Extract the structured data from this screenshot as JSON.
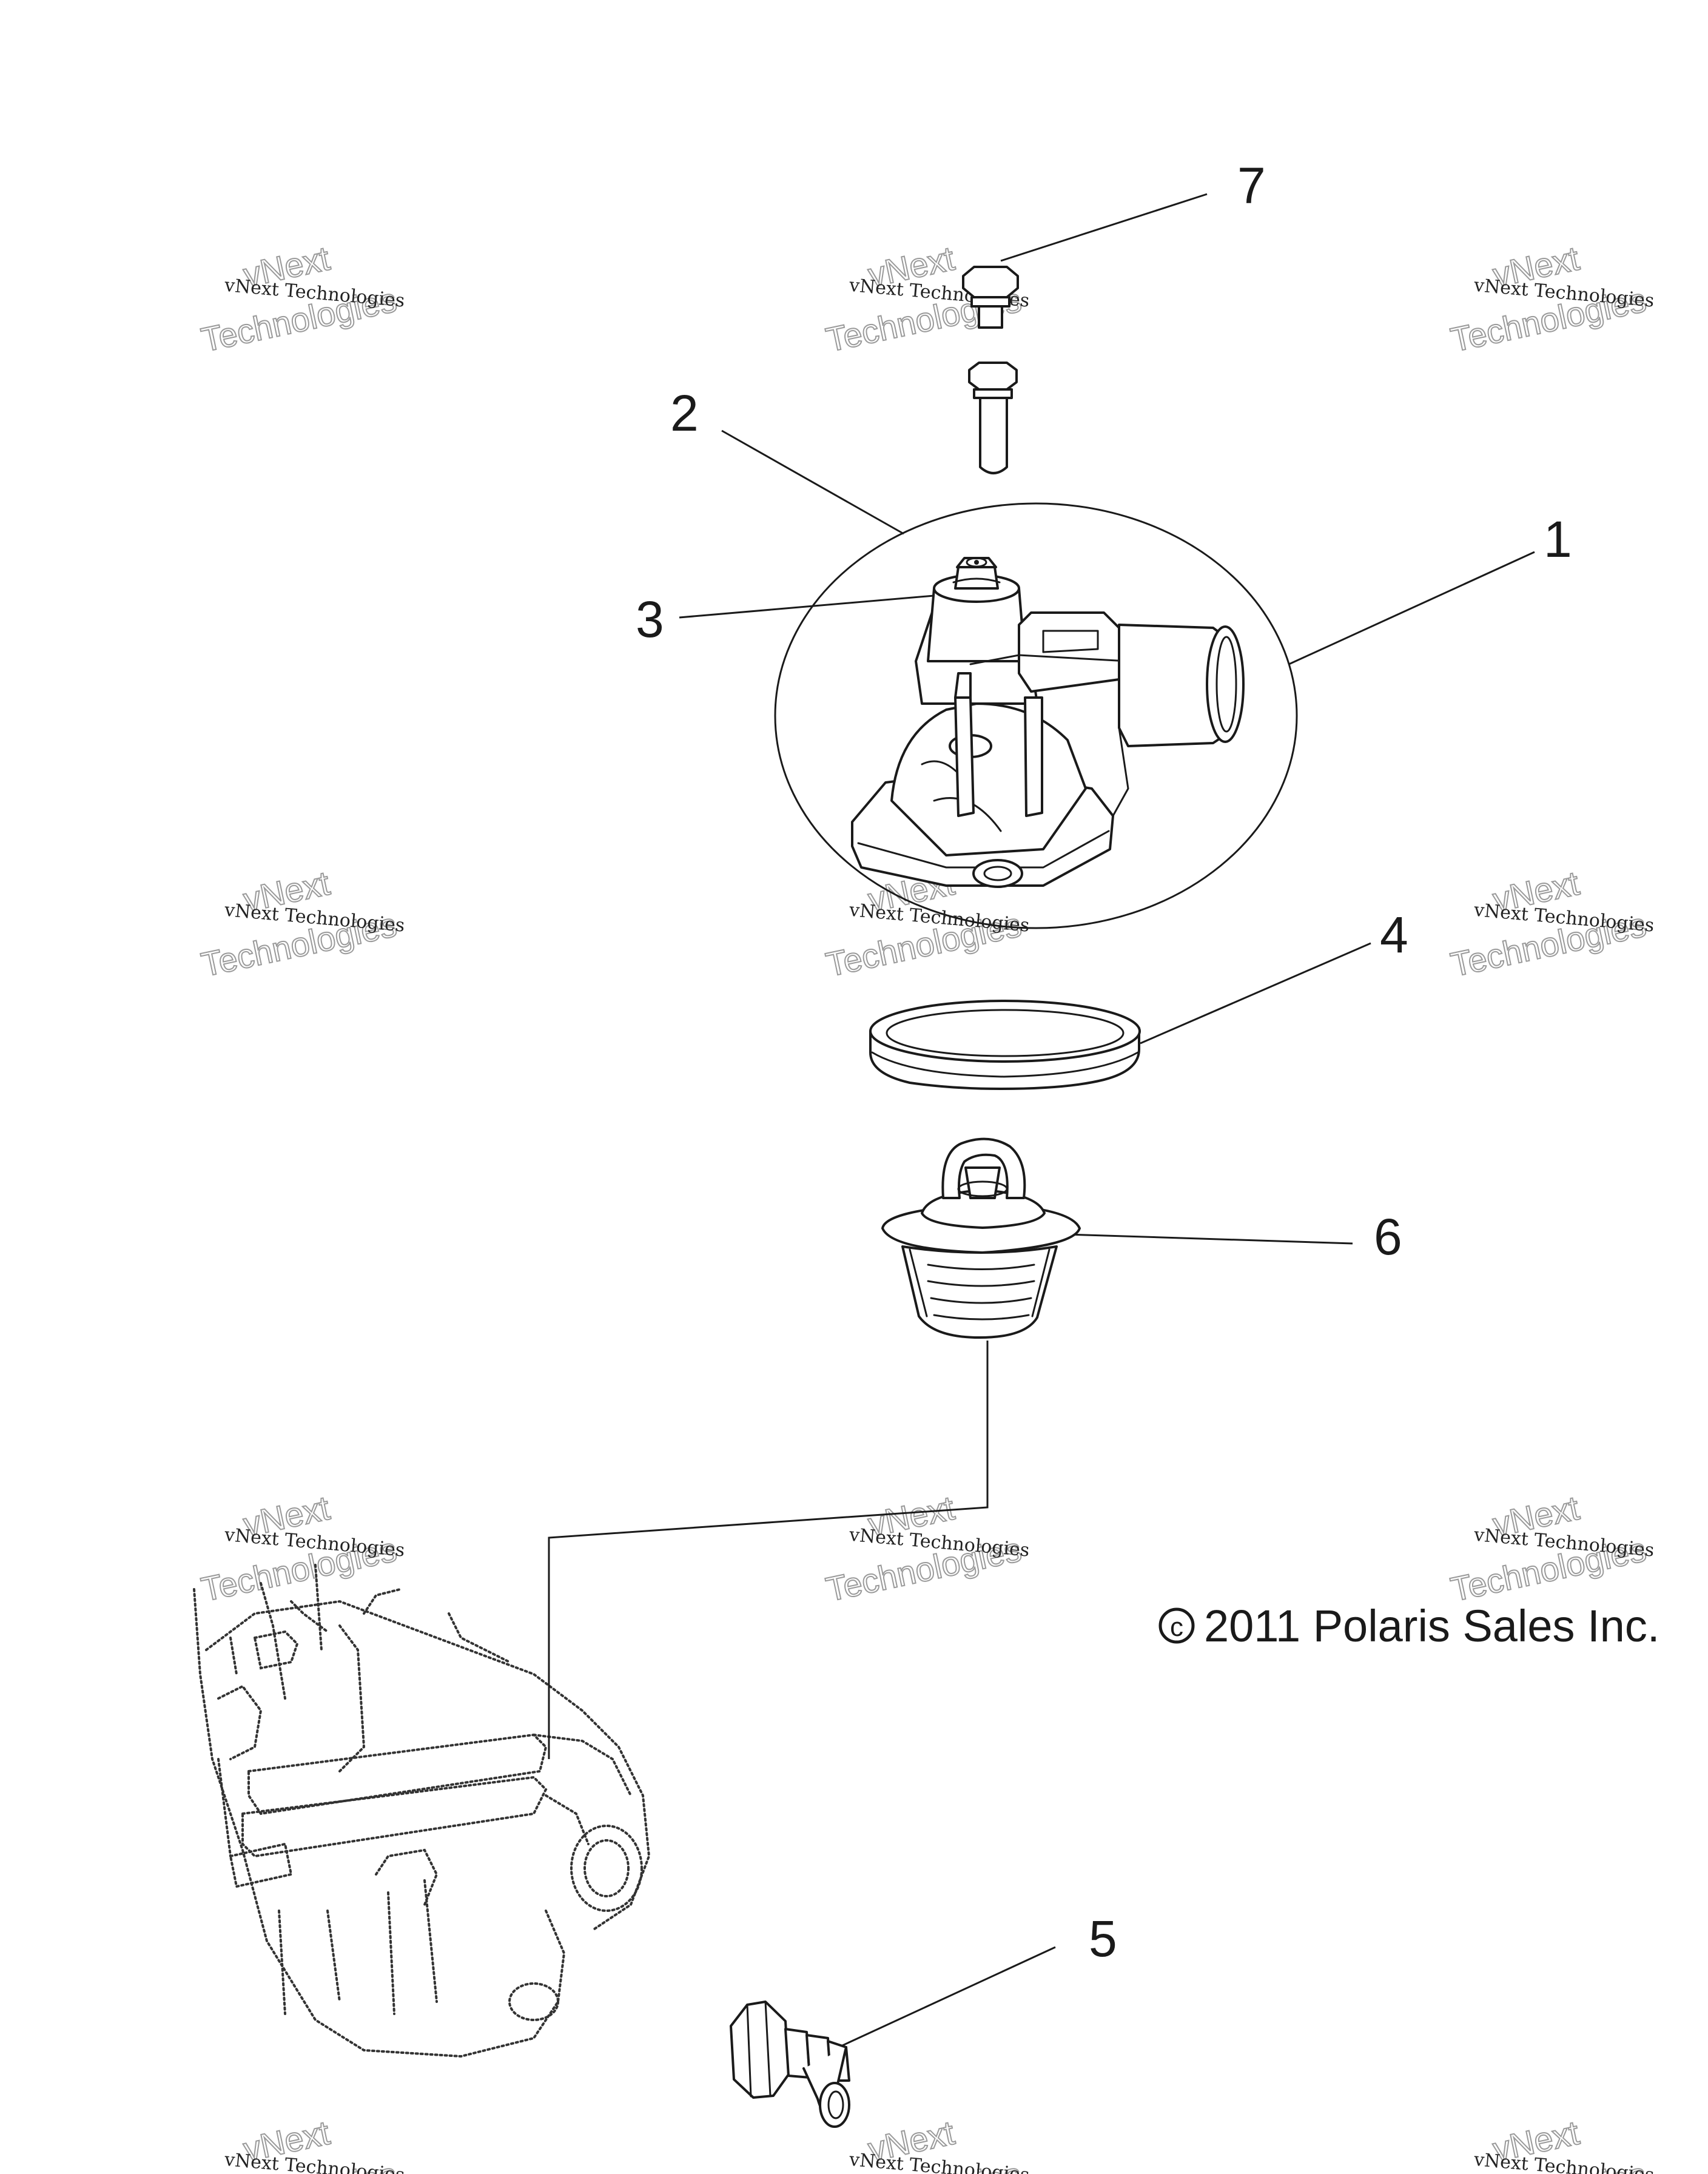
{
  "callouts": [
    {
      "id": "1",
      "label": "1"
    },
    {
      "id": "2",
      "label": "2"
    },
    {
      "id": "3",
      "label": "3"
    },
    {
      "id": "4",
      "label": "4"
    },
    {
      "id": "5",
      "label": "5"
    },
    {
      "id": "6",
      "label": "6"
    },
    {
      "id": "7",
      "label": "7"
    }
  ],
  "watermark": {
    "small_text": "vNext Technologies",
    "large_word_1": "vNext",
    "large_word_2": "Technologies"
  },
  "copyright": {
    "symbol": "c",
    "text": "2011 Polaris Sales Inc."
  },
  "colors": {
    "line": "#1a1a1a",
    "background": "#ffffff",
    "watermark_outline": "#9a9a9a"
  }
}
